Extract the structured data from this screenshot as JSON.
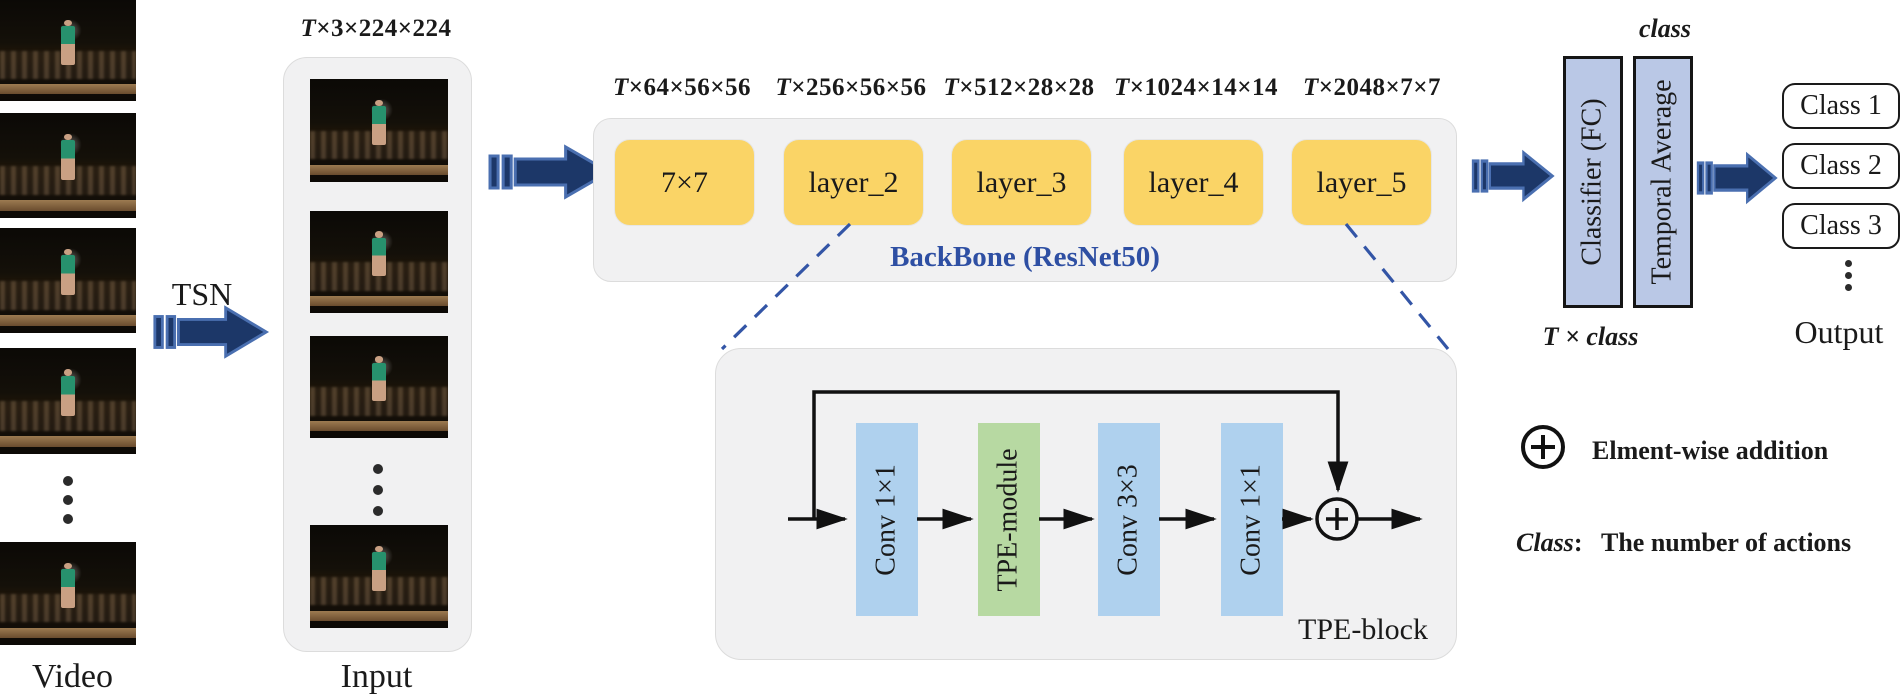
{
  "video": {
    "label": "Video"
  },
  "tsn": {
    "label": "TSN"
  },
  "input": {
    "dim_label": "T×3×224×224",
    "label": "Input"
  },
  "backbone": {
    "title": "BackBone (ResNet50)",
    "dim_labels": [
      "T×64×56×56",
      "T×256×56×56",
      "T×512×28×28",
      "T×1024×14×14",
      "T×2048×7×7"
    ],
    "layers": [
      "7×7",
      "layer_2",
      "layer_3",
      "layer_4",
      "layer_5"
    ]
  },
  "tpe_block": {
    "title": "TPE-block",
    "modules": [
      "Conv 1×1",
      "TPE-module",
      "Conv 3×3",
      "Conv 1×1"
    ]
  },
  "head": {
    "classifier": "Classifier (FC)",
    "temporal": "Temporal Average",
    "class_dim": "class",
    "t_class_dim": "T × class"
  },
  "output": {
    "classes": [
      "Class 1",
      "Class 2",
      "Class 3"
    ],
    "label": "Output"
  },
  "legend": {
    "addition_text": "Elment-wise addition",
    "class_term": "Class",
    "class_sep": ":",
    "class_text": "The number of actions"
  },
  "colors": {
    "backbone_title_blue": "#2e4fa3",
    "dashed_blue": "#3355a6",
    "arrow_navy": "#1c3768",
    "arrow_outline": "#4a6fb0",
    "layer_yellow": "#fad466",
    "conv_blue": "#afd1ee",
    "tpe_green": "#b7d9a2",
    "head_blue": "#bac8e6",
    "panel_gray": "#f1f1f2"
  }
}
